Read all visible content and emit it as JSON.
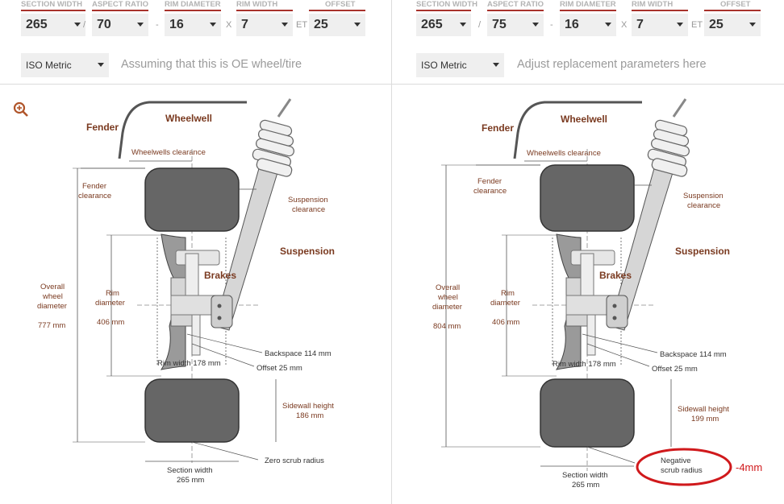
{
  "left": {
    "labels": {
      "section_width": "SECTION WIDTH",
      "aspect_ratio": "ASPECT RATIO",
      "rim_diameter": "RIM DIAMETER",
      "rim_width": "RIM WIDTH",
      "offset": "OFFSET"
    },
    "values": {
      "section_width": "265",
      "aspect_ratio": "70",
      "rim_diameter": "16",
      "rim_width": "7",
      "offset": "25"
    },
    "separators": {
      "s1": "/",
      "s2": "-",
      "s3": "X",
      "s4": "ET"
    },
    "unit_system": "ISO Metric",
    "hint": "Assuming that this is OE wheel/tire",
    "diagram": {
      "fender": "Fender",
      "wheelwell": "Wheelwell",
      "wheelwells_clearance": "Wheelwells clearance",
      "fender_clearance_1": "Fender",
      "fender_clearance_2": "clearance",
      "suspension_clearance_1": "Suspension",
      "suspension_clearance_2": "clearance",
      "suspension": "Suspension",
      "brakes": "Brakes",
      "overall_1": "Overall",
      "overall_2": "wheel",
      "overall_3": "diameter",
      "overall_value": "777 mm",
      "rim_1": "Rim",
      "rim_2": "diameter",
      "rim_value": "406 mm",
      "backspace": "Backspace 114 mm",
      "offset_label": "Offset 25 mm",
      "rim_width_label": "Rim width 178 mm",
      "sidewall_1": "Sidewall height",
      "sidewall_2": "186 mm",
      "scrub": "Zero scrub radius",
      "section_1": "Section width",
      "section_2": "265 mm"
    }
  },
  "right": {
    "labels": {
      "section_width": "SECTION WIDTH",
      "aspect_ratio": "ASPECT RATIO",
      "rim_diameter": "RIM DIAMETER",
      "rim_width": "RIM WIDTH",
      "offset": "OFFSET"
    },
    "values": {
      "section_width": "265",
      "aspect_ratio": "75",
      "rim_diameter": "16",
      "rim_width": "7",
      "offset": "25"
    },
    "separators": {
      "s1": "/",
      "s2": "-",
      "s3": "X",
      "s4": "ET"
    },
    "unit_system": "ISO Metric",
    "hint": "Adjust replacement parameters here",
    "diagram": {
      "fender": "Fender",
      "wheelwell": "Wheelwell",
      "wheelwells_clearance": "Wheelwells clearance",
      "fender_clearance_1": "Fender",
      "fender_clearance_2": "clearance",
      "suspension_clearance_1": "Suspension",
      "suspension_clearance_2": "clearance",
      "suspension": "Suspension",
      "brakes": "Brakes",
      "overall_1": "Overall",
      "overall_2": "wheel",
      "overall_3": "diameter",
      "overall_value": "804 mm",
      "rim_1": "Rim",
      "rim_2": "diameter",
      "rim_value": "406 mm",
      "backspace": "Backspace 114 mm",
      "offset_label": "Offset 25 mm",
      "rim_width_label": "Rim width 178 mm",
      "sidewall_1": "Sidewall height",
      "sidewall_2": "199 mm",
      "scrub_1": "Negative",
      "scrub_2": "scrub radius",
      "section_1": "Section width",
      "section_2": "265 mm"
    },
    "annotation": "-4mm"
  },
  "icons": {
    "zoom": "zoom-in-icon"
  },
  "colors": {
    "accent": "#a8322c",
    "label": "#7a3a20",
    "tire": "#666666",
    "annotation": "#d0191c"
  }
}
